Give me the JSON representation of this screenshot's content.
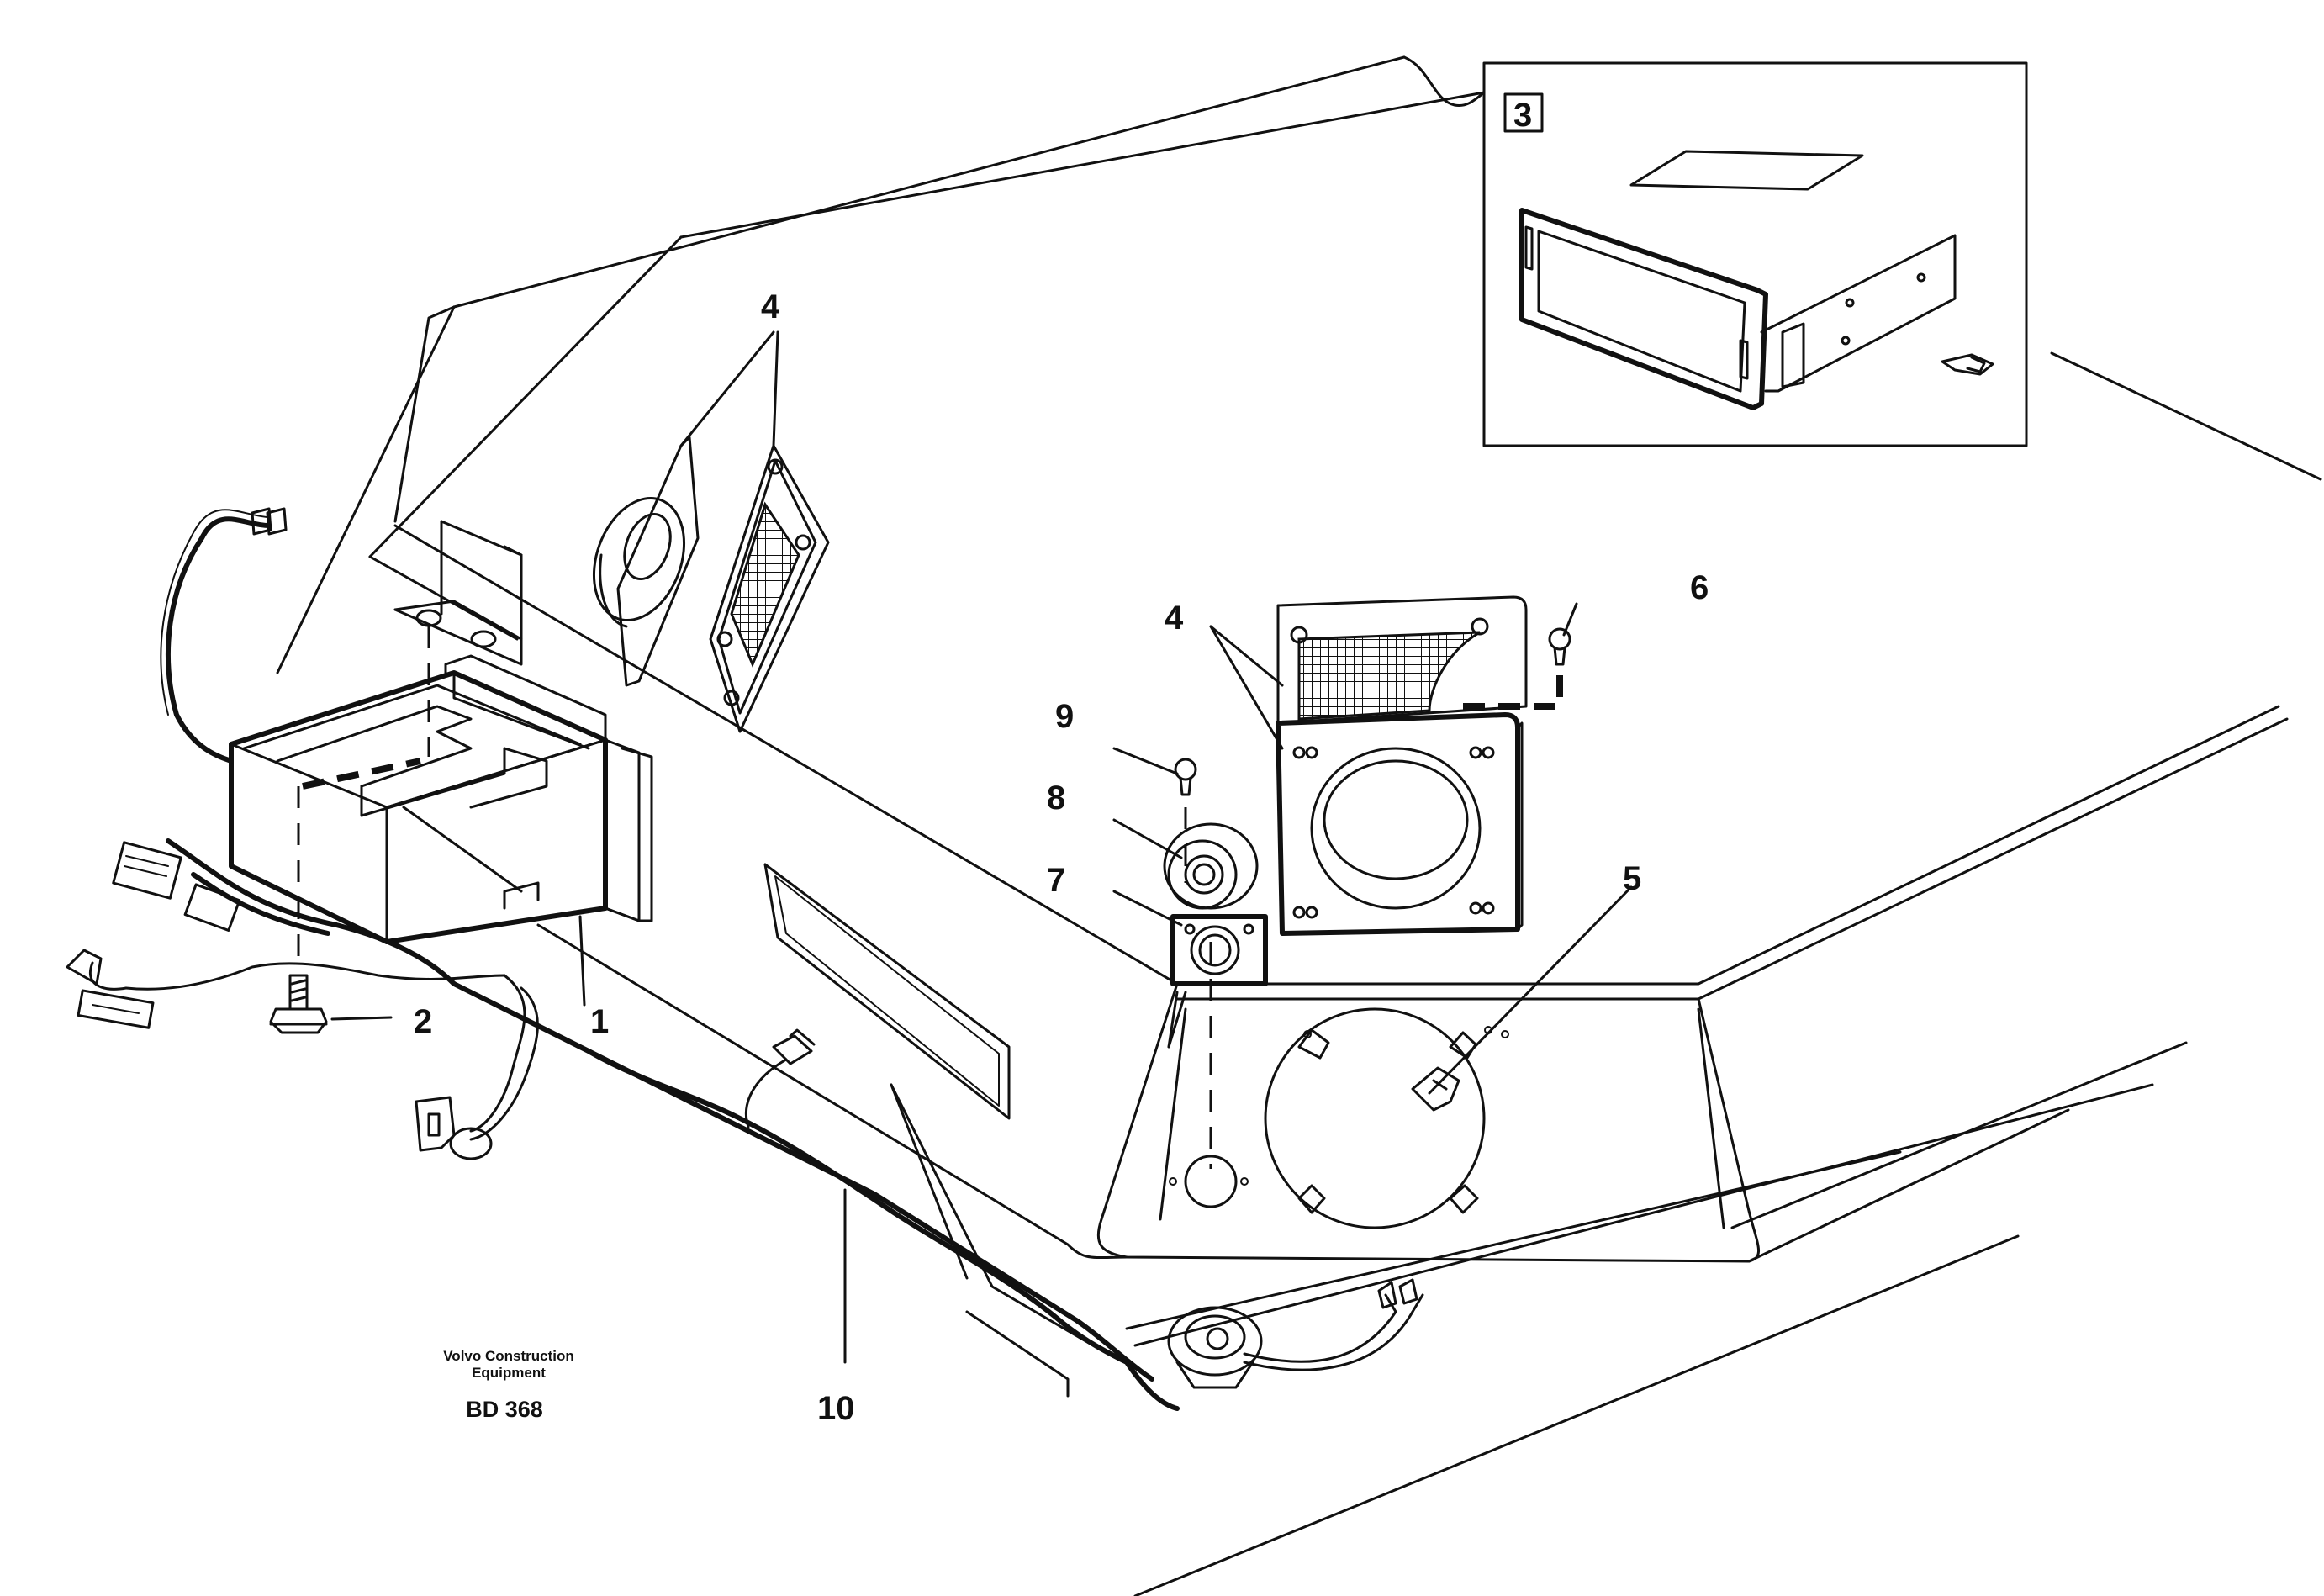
{
  "callouts": {
    "c1": "1",
    "c2": "2",
    "c3": "3",
    "c4a": "4",
    "c4b": "4",
    "c5": "5",
    "c6": "6",
    "c7": "7",
    "c8": "8",
    "c9": "9",
    "c10": "10"
  },
  "footer": {
    "brand_line1": "Volvo Construction",
    "brand_line2": "Equipment",
    "code": "BD 368"
  }
}
